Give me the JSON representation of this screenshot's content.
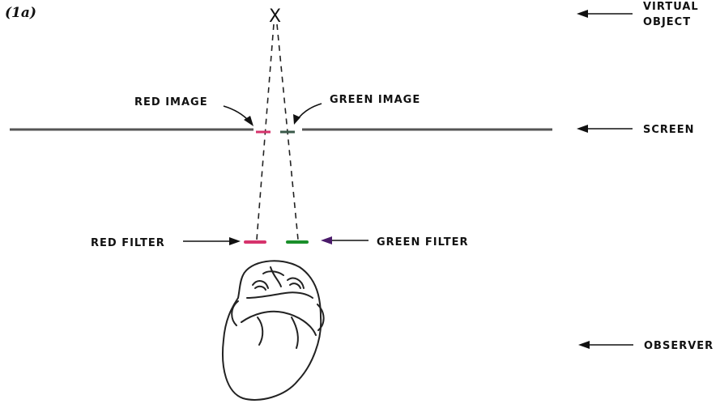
{
  "figure": {
    "label": "(1a)"
  },
  "object_marker": "X",
  "labels": {
    "virtual_object_line1": "VIRTUAL",
    "virtual_object_line2": "OBJECT",
    "red_image": "RED IMAGE",
    "green_image": "GREEN IMAGE",
    "screen": "SCREEN",
    "red_filter": "RED FILTER",
    "green_filter": "GREEN FILTER",
    "observer": "OBSERVER"
  },
  "colors": {
    "red": "#d6336c",
    "green": "#1a8f2a",
    "screen": "#555555",
    "green_image": "#3a5a4a",
    "filter_arrow_tip": "#4a1a6a"
  }
}
